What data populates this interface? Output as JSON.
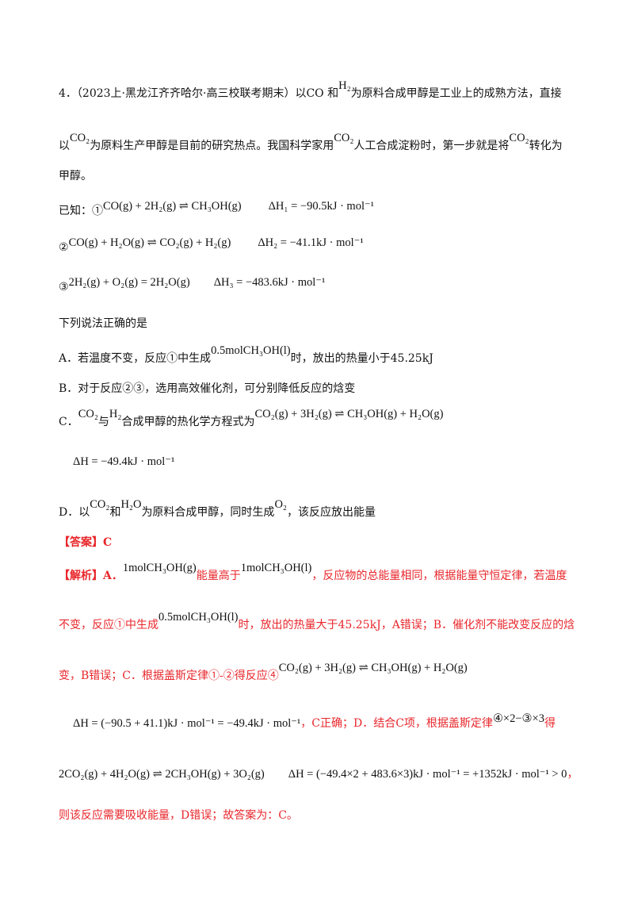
{
  "question": {
    "number": "4．",
    "source": "（2023上·黑龙江齐齐哈尔·高三校联考期末）",
    "line1_a": "以CO 和",
    "line1_f1": "H₂",
    "line1_b": "为原料合成甲醇是工业上的成熟方法，直接",
    "line2_a": "以",
    "line2_f1": "CO₂",
    "line2_b": "为原料生产甲醇是目前的研究热点。我国科学家用",
    "line2_f2": "CO₂",
    "line2_c": "人工合成淀粉时，第一步就是将",
    "line2_f3": "CO₂",
    "line2_d": "转化为",
    "line3": "甲醇。",
    "known_label": "已知：①",
    "eq1": "CO(g) + 2H₂(g) ⇌ CH₃OH(g)",
    "dh1": "ΔH₁ = −90.5kJ · mol⁻¹",
    "eq2_label": "②",
    "eq2": "CO(g) + H₂O(g) ⇌ CO₂(g) + H₂(g)",
    "dh2": "ΔH₂ = −41.1kJ · mol⁻¹",
    "eq3_label": "③",
    "eq3": "2H₂(g) + O₂(g) = 2H₂O(g)",
    "dh3": "ΔH₃ = −483.6kJ · mol⁻¹",
    "prompt": "下列说法正确的是"
  },
  "options": {
    "a_pre": "A．若温度不变，反应①中生成",
    "a_f": "0.5molCH₃OH(l)",
    "a_post": "时，放出的热量小于45.25kJ",
    "b": "B．对于反应②③，选用高效催化剂，可分别降低反应的焓变",
    "c_pre": "C．",
    "c_f1": "CO₂",
    "c_mid1": "与",
    "c_f2": "H₂",
    "c_mid2": "合成甲醇的热化学方程式为",
    "c_eq": "CO₂(g) + 3H₂(g) ⇌ CH₃OH(g) + H₂O(g)",
    "c_dh": "ΔH = −49.4kJ · mol⁻¹",
    "d_pre": "D．以",
    "d_f1": "CO₂",
    "d_mid1": "和",
    "d_f2": "H₂O",
    "d_mid2": "为原料合成甲醇，同时生成",
    "d_f3": "O₂",
    "d_post": "，该反应放出能量"
  },
  "answer": {
    "label": "【答案】C"
  },
  "analysis": {
    "label": "【解析】A．",
    "l1_f1": "1molCH₃OH(g)",
    "l1_a": "能量高于",
    "l1_f2": "1molCH₃OH(l)",
    "l1_b": "，反应物的总能量相同，根据能量守恒定律，若温度",
    "l2_a": "不变，反应①中生成",
    "l2_f1": "0.5molCH₃OH(l)",
    "l2_b": "时，放出的热量大于45.25kJ，A错误；B．催化剂不能改变反应的焓",
    "l3_a": "变，B错误；C．根据盖斯定律①-②得反应④",
    "l3_eq": "CO₂(g) + 3H₂(g) ⇌ CH₃OH(g) + H₂O(g)",
    "l4_f": "ΔH = (−90.5 + 41.1)kJ · mol⁻¹ = −49.4kJ · mol⁻¹",
    "l4_a": "，C正确；D．结合C项，根据盖斯定律",
    "l4_f2": "④×2−③×3",
    "l4_b": "得",
    "l5_eq": "2CO₂(g) + 4H₂O(g) ⇌ 2CH₃OH(g) + 3O₂(g)",
    "l5_dh": "ΔH = (−49.4×2 + 483.6×3)kJ · mol⁻¹ = +1352kJ · mol⁻¹ > 0",
    "l5_tail": "，",
    "l6": "则该反应需要吸收能量，D错误；故答案为：C。"
  },
  "colors": {
    "text": "#111111",
    "answer_red": "#e8262b"
  }
}
